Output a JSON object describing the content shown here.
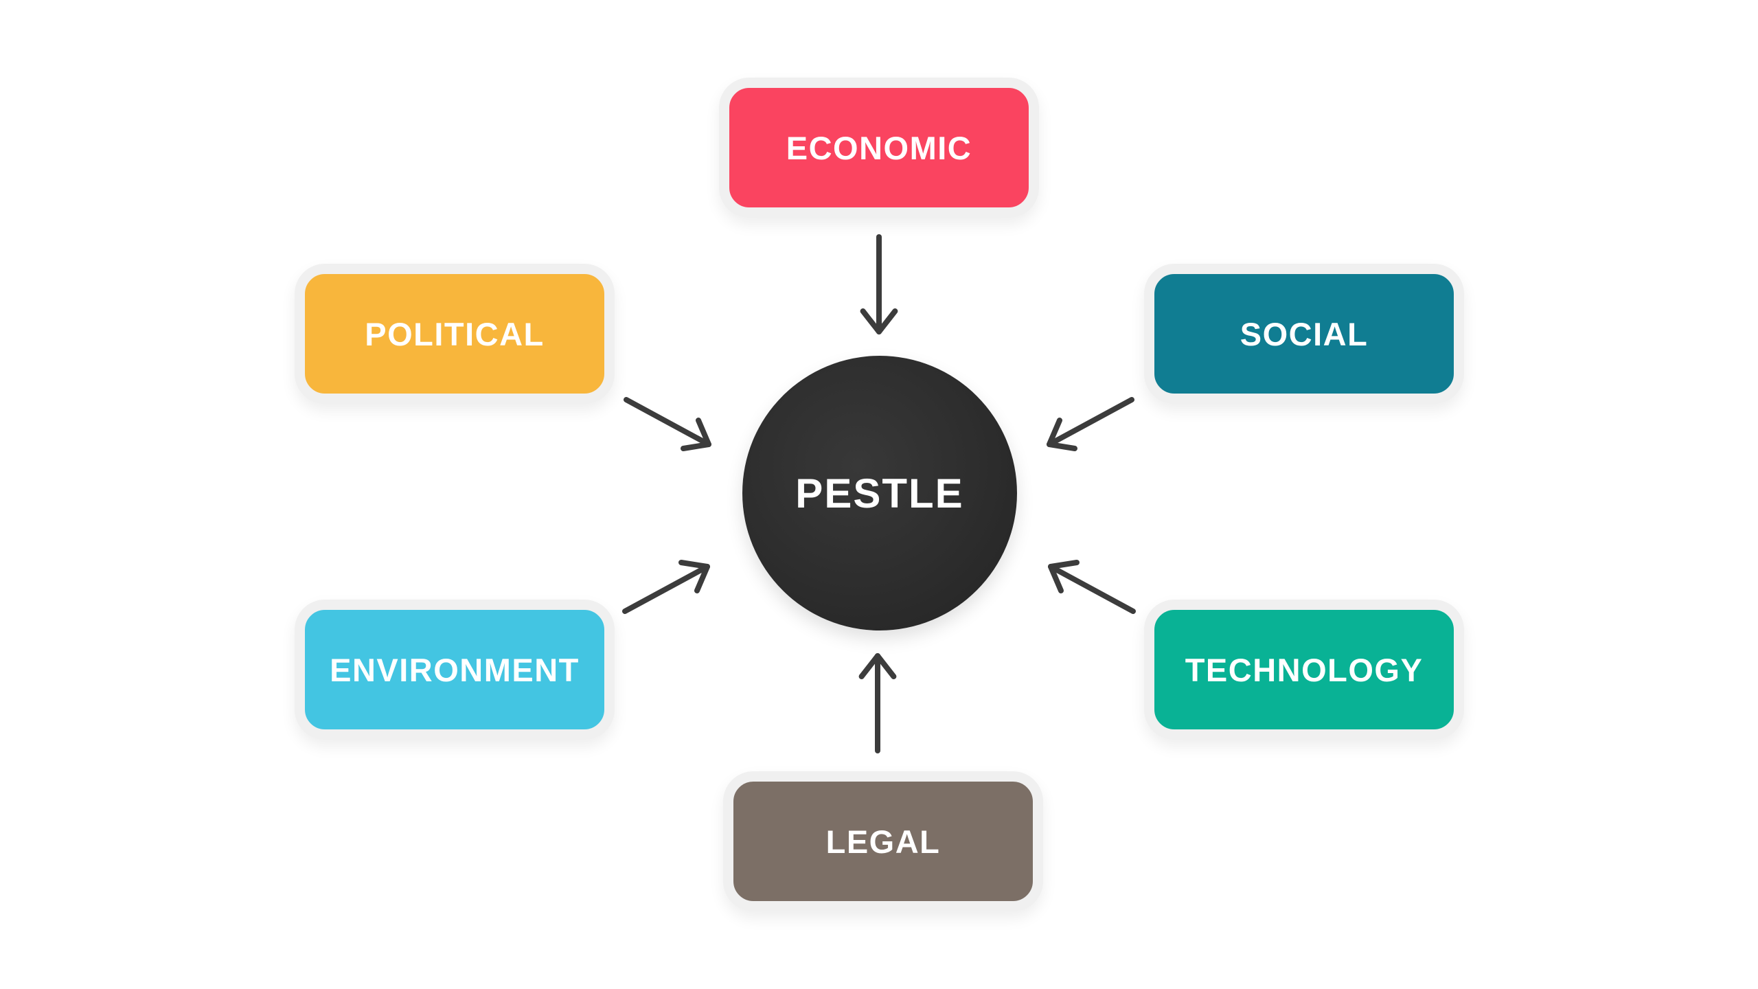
{
  "diagram": {
    "type": "hub-and-spoke",
    "background_color": "#ffffff",
    "node_ring_color": "#f0f0f0",
    "arrow_color": "#3c3c3c",
    "center": {
      "label": "PESTLE",
      "color": "#2d2d2d",
      "text_color": "#ffffff",
      "shape": "circle"
    },
    "nodes": [
      {
        "id": "economic",
        "label": "ECONOMIC",
        "color": "#fa4460",
        "text_color": "#ffffff",
        "position": "top"
      },
      {
        "id": "political",
        "label": "POLITICAL",
        "color": "#f8b63c",
        "text_color": "#ffffff",
        "position": "top-left"
      },
      {
        "id": "social",
        "label": "SOCIAL",
        "color": "#107d92",
        "text_color": "#ffffff",
        "position": "top-right"
      },
      {
        "id": "environment",
        "label": "ENVIRONMENT",
        "color": "#43c5e2",
        "text_color": "#ffffff",
        "position": "bottom-left"
      },
      {
        "id": "technology",
        "label": "TECHNOLOGY",
        "color": "#09b295",
        "text_color": "#ffffff",
        "position": "bottom-right"
      },
      {
        "id": "legal",
        "label": "LEGAL",
        "color": "#7c6f66",
        "text_color": "#ffffff",
        "position": "bottom"
      }
    ],
    "connections": [
      {
        "from": "economic",
        "to": "center",
        "style": "arrow"
      },
      {
        "from": "political",
        "to": "center",
        "style": "arrow"
      },
      {
        "from": "social",
        "to": "center",
        "style": "arrow"
      },
      {
        "from": "environment",
        "to": "center",
        "style": "arrow"
      },
      {
        "from": "technology",
        "to": "center",
        "style": "arrow"
      },
      {
        "from": "legal",
        "to": "center",
        "style": "arrow"
      }
    ]
  }
}
